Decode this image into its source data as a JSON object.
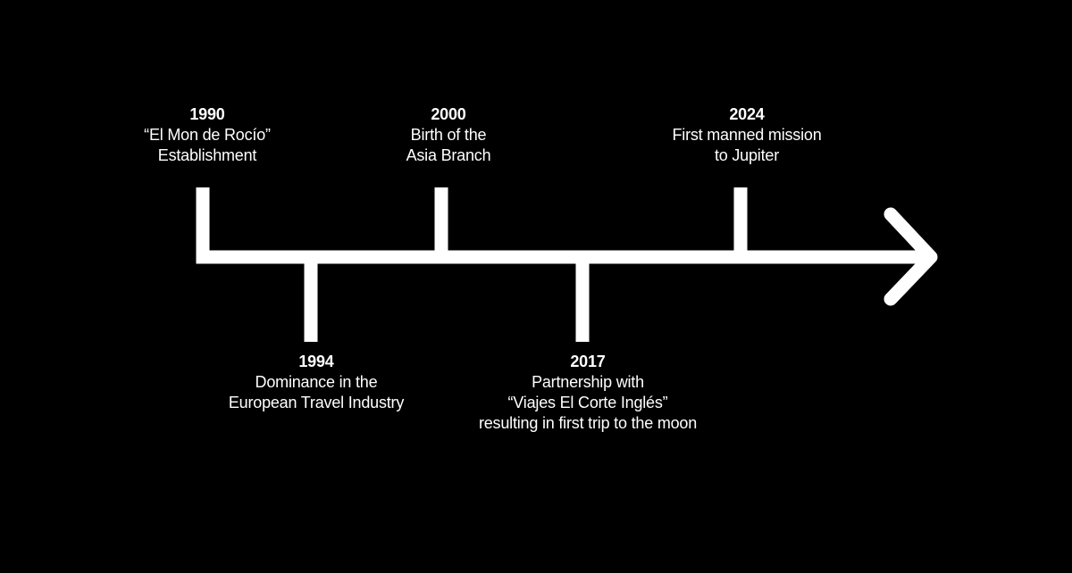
{
  "theme": {
    "background": "#000000",
    "foreground": "#ffffff"
  },
  "events": [
    {
      "year": "1990",
      "lines": [
        "“El Mon de Rocío”",
        "Establishment"
      ],
      "side": "above"
    },
    {
      "year": "1994",
      "lines": [
        "Dominance in the",
        "European Travel Industry"
      ],
      "side": "below"
    },
    {
      "year": "2000",
      "lines": [
        "Birth of the",
        "Asia Branch"
      ],
      "side": "above"
    },
    {
      "year": "2017",
      "lines": [
        "Partnership with",
        "“Viajes El Corte Inglés”",
        "resulting in first trip to the moon"
      ],
      "side": "below"
    },
    {
      "year": "2024",
      "lines": [
        "First manned mission",
        "to Jupiter"
      ],
      "side": "above"
    }
  ]
}
